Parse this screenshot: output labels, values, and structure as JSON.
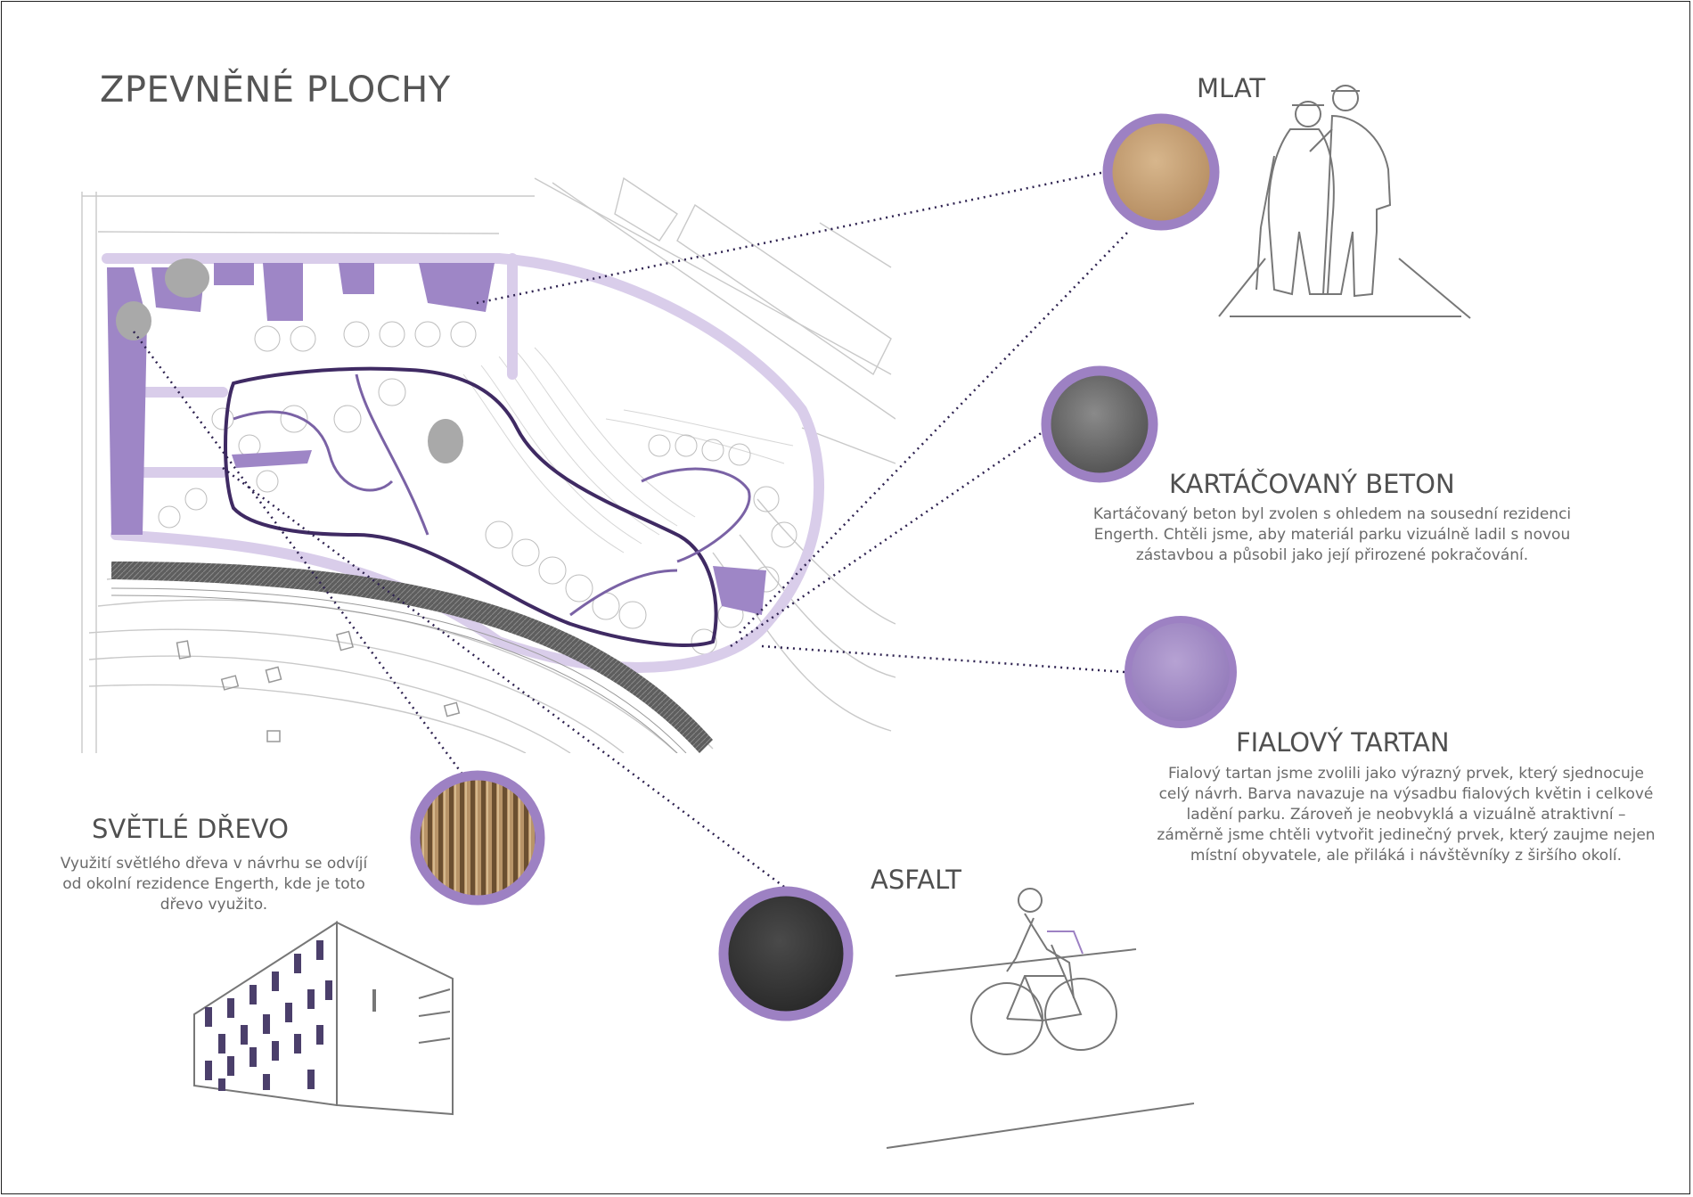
{
  "page": {
    "title": "ZPEVNĚNÉ PLOCHY"
  },
  "materials": {
    "mlat": {
      "label": "MLAT",
      "color": "#c9a478"
    },
    "beton": {
      "label": "KARTÁČOVANÝ BETON",
      "description_lines": [
        "Kartáčovaný beton byl zvolen s ohledem na sousední rezidenci",
        "Engerth. Chtěli jsme, aby materiál parku vizuálně ladil s novou",
        "zástavbou a působil jako její přirozené pokračování."
      ],
      "color": "#6e6e6e"
    },
    "tartan": {
      "label": "FIALOVÝ TARTAN",
      "description_lines": [
        "Fialový tartan jsme zvolili jako výrazný prvek, který sjednocuje",
        "celý návrh. Barva navazuje na výsadbu fialových květin i celkové",
        "ladění parku. Zároveň je neobvyklá a vizuálně atraktivní –",
        "záměrně jsme chtěli vytvořit jedinečný prvek, který zaujme nejen",
        "místní obyvatele, ale přiláká i návštěvníky z širšího okolí."
      ],
      "color": "#a68fc9"
    },
    "drevo": {
      "label": "SVĚTLÉ DŘEVO",
      "description_lines": [
        "Využití světlého dřeva v návrhu se odvíjí",
        "od okolní rezidence Engerth, kde je toto",
        "dřevo využito."
      ],
      "color": "#a07e55"
    },
    "asfalt": {
      "label": "ASFALT",
      "color": "#3a3a3a"
    }
  },
  "colors": {
    "accent_purple": "#9d81c3",
    "path_dark": "#3f2a63",
    "leader_line": "#2e2250"
  },
  "icons": [
    "site-plan-illustration",
    "elderly-couple-illustration",
    "cyclist-illustration",
    "building-illustration"
  ]
}
